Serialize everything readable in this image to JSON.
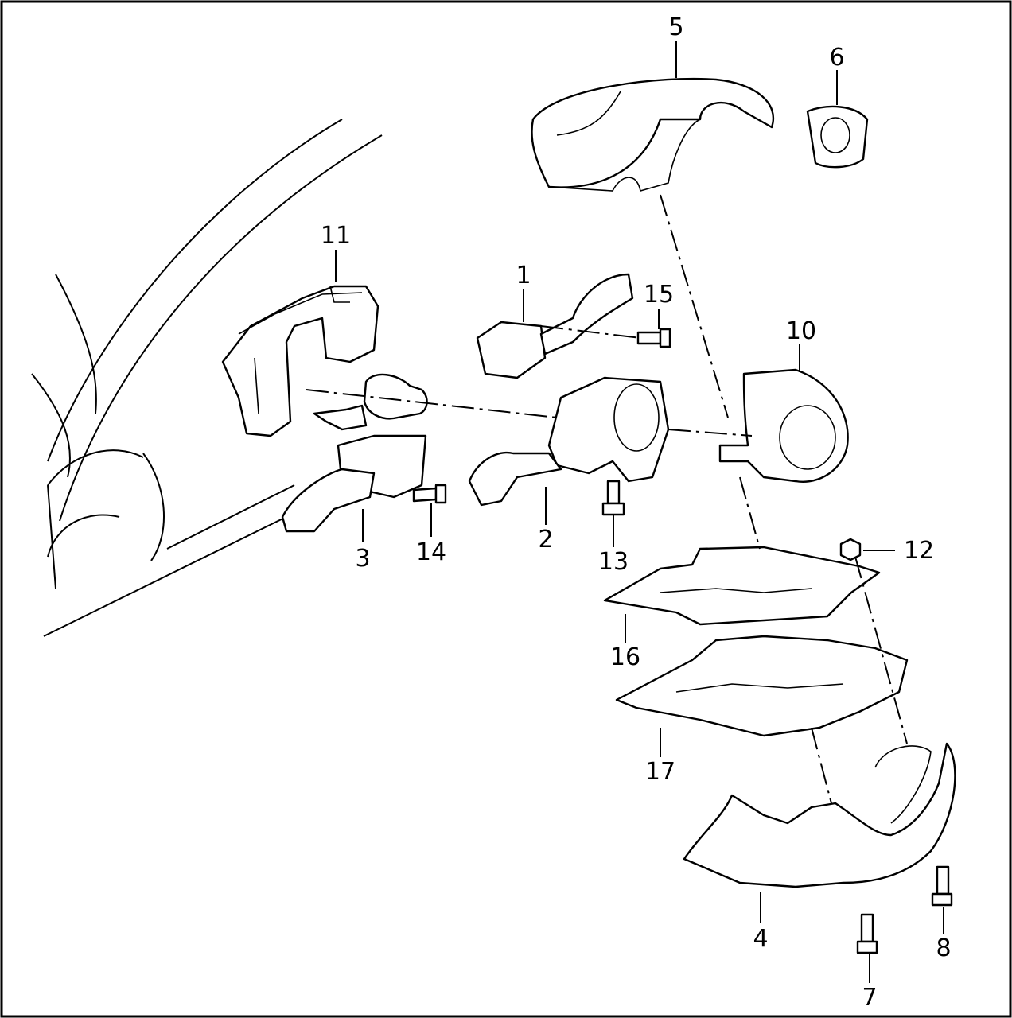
{
  "diagram": {
    "frame_color": "#000000",
    "background": "#ffffff",
    "callouts": [
      {
        "id": "c1",
        "label": "1"
      },
      {
        "id": "c2",
        "label": "2"
      },
      {
        "id": "c3",
        "label": "3"
      },
      {
        "id": "c4",
        "label": "4"
      },
      {
        "id": "c5",
        "label": "5"
      },
      {
        "id": "c6",
        "label": "6"
      },
      {
        "id": "c7",
        "label": "7"
      },
      {
        "id": "c8",
        "label": "8"
      },
      {
        "id": "c10",
        "label": "10"
      },
      {
        "id": "c11",
        "label": "11"
      },
      {
        "id": "c12",
        "label": "12"
      },
      {
        "id": "c13",
        "label": "13"
      },
      {
        "id": "c14",
        "label": "14"
      },
      {
        "id": "c15",
        "label": "15"
      },
      {
        "id": "c16",
        "label": "16"
      },
      {
        "id": "c17",
        "label": "17"
      }
    ]
  }
}
